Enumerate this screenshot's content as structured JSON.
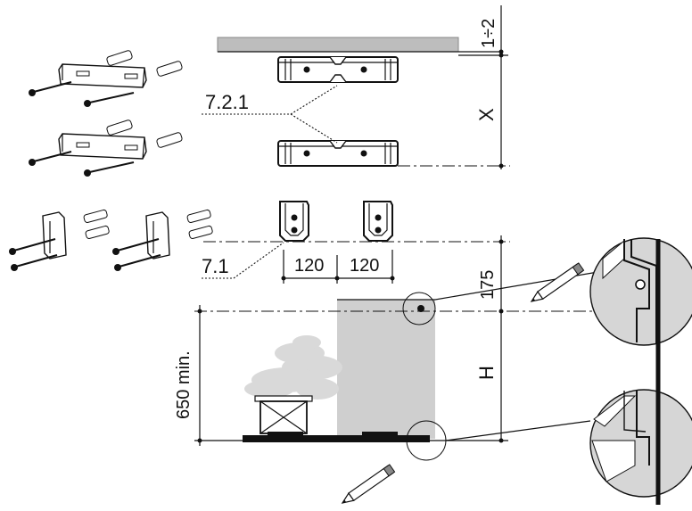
{
  "labels": {
    "gap": "1÷2",
    "dim_x": "X",
    "ref_upper": "7.2.1",
    "ref_lower": "7.1",
    "spacing_left": "120",
    "spacing_right": "120",
    "height_175": "175",
    "dim_h": "H",
    "min_height": "650 min."
  },
  "colors": {
    "line": "#111111",
    "panel_gray": "#cfcfcf",
    "bar_gray": "#bdbdbd",
    "steam_gray": "#d9d9d9"
  }
}
